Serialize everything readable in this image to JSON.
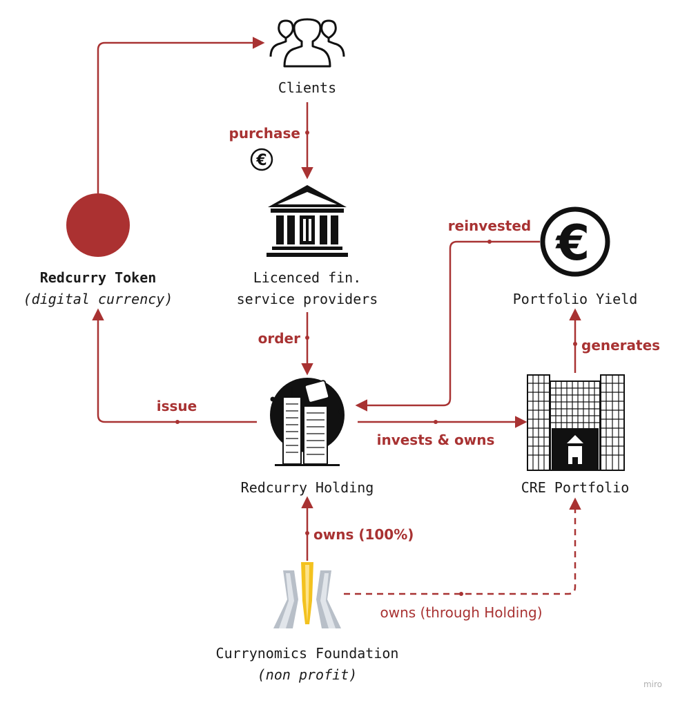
{
  "colors": {
    "accent": "#a83232",
    "ink": "#111111",
    "token": "#ab3131",
    "foundation_gold": "#f3c21f",
    "foundation_steel": "#b8bfc8"
  },
  "nodes": {
    "clients": {
      "label": "Clients",
      "icon": "people-icon"
    },
    "licenced": {
      "label_line1": "Licenced fin.",
      "label_line2": "service providers",
      "icon": "bank-icon"
    },
    "token": {
      "label_line1": "Redcurry Token",
      "label_line2": "(digital currency)",
      "icon": "token-circle-icon"
    },
    "holding": {
      "label": "Redcurry Holding",
      "icon": "city-building-icon"
    },
    "yield": {
      "label": "Portfolio Yield",
      "icon": "euro-icon"
    },
    "cre": {
      "label": "CRE Portfolio",
      "icon": "office-building-icon"
    },
    "foundation": {
      "label_line1": "Currynomics Foundation",
      "label_line2": "(non profit)",
      "icon": "foundation-logo-icon"
    }
  },
  "edges": {
    "purchase": "purchase",
    "order": "order",
    "reinvested": "reinvested",
    "generates": "generates",
    "issue": "issue",
    "invests_owns": "invests & owns",
    "owns_100": "owns (100%)",
    "owns_through": "owns (through Holding)"
  },
  "watermark": "miro"
}
